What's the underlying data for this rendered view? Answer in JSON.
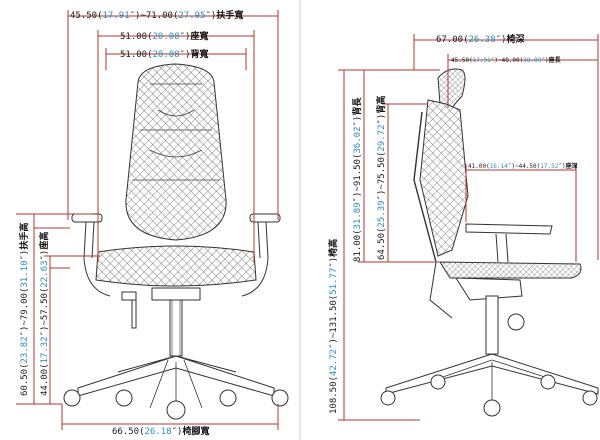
{
  "colors": {
    "dimension_line": "#b5342b",
    "value": "#222222",
    "inch": "#2a8fc2",
    "label": "#111111",
    "outline": "#333333",
    "mesh": "#555555",
    "divider": "#cfcfcf"
  },
  "front_view": {
    "armrest_width": {
      "min": "45.50",
      "min_in": "17.91",
      "max": "71.00",
      "max_in": "27.95",
      "label": "扶手寬"
    },
    "seat_width": {
      "value": "51.00",
      "inch": "20.08",
      "label": "座寬"
    },
    "back_width": {
      "value": "51.00",
      "inch": "20.08",
      "label": "背寬"
    },
    "armrest_height": {
      "min": "60.50",
      "min_in": "23.82",
      "max": "79.00",
      "max_in": "31.10",
      "label": "扶手高"
    },
    "seat_height": {
      "min": "44.00",
      "min_in": "17.32",
      "max": "57.50",
      "max_in": "22.63",
      "label": "座高"
    },
    "base_width": {
      "value": "66.50",
      "inch": "26.18",
      "label": "椅腳寬"
    }
  },
  "side_view": {
    "seat_depth_total": {
      "value": "67.00",
      "inch": "26.38",
      "label": "椅深"
    },
    "seat_length": {
      "min": "45.50",
      "min_in": "17.91",
      "max": "48.00",
      "max_in": "18.89",
      "label": "座長"
    },
    "seat_depth": {
      "min": "41.00",
      "min_in": "16.14",
      "max": "44.50",
      "max_in": "17.52",
      "label": "座深"
    },
    "chair_height": {
      "min": "108.50",
      "min_in": "42.72",
      "max": "131.50",
      "max_in": "51.77",
      "label": "椅高"
    },
    "back_length": {
      "min": "81.00",
      "min_in": "31.89",
      "max": "91.50",
      "max_in": "36.02",
      "label": "背長"
    },
    "back_height": {
      "min": "64.50",
      "min_in": "25.39",
      "max": "75.50",
      "max_in": "29.72",
      "label": "背高"
    }
  }
}
